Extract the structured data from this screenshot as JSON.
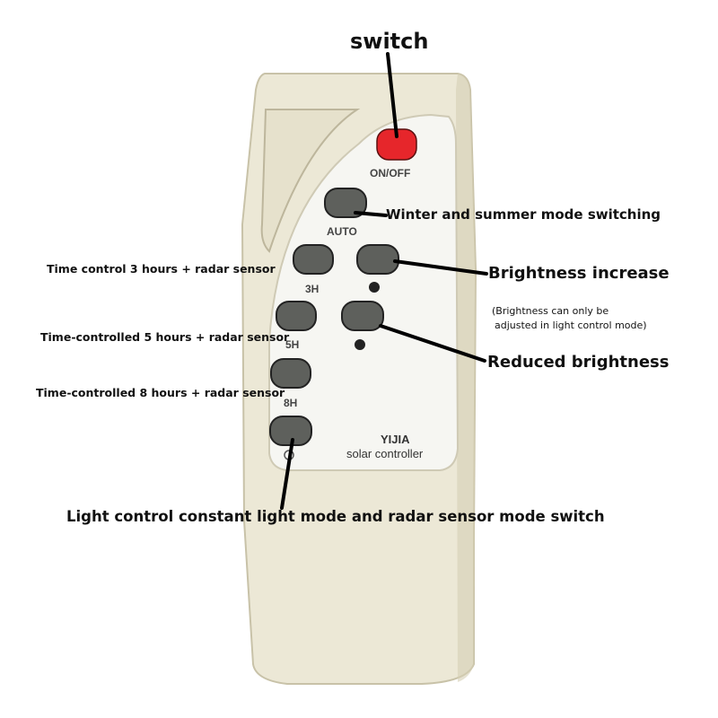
{
  "title": "switch",
  "remote": {
    "brand": "YIJIA",
    "subtitle": "solar controller",
    "body_color": "#ece8d6",
    "panel_color": "#f6f6f2",
    "power_color": "#e6262b",
    "button_color": "#5e605c",
    "button_labels": {
      "power": "ON/OFF",
      "auto": "AUTO",
      "h3": "3H",
      "h5": "5H",
      "h8": "8H"
    }
  },
  "annotations": {
    "auto": "Winter and summer mode switching",
    "h3": "Time control 3 hours + radar sensor",
    "h5": "Time-controlled 5 hours + radar sensor",
    "h8": "Time-controlled 8 hours + radar sensor",
    "bright_up": "Brightness increase",
    "bright_note_1": "(Brightness can only be",
    "bright_note_2": "adjusted in light control mode)",
    "bright_down": "Reduced brightness",
    "mode": "Light control constant light mode and radar sensor mode switch"
  }
}
